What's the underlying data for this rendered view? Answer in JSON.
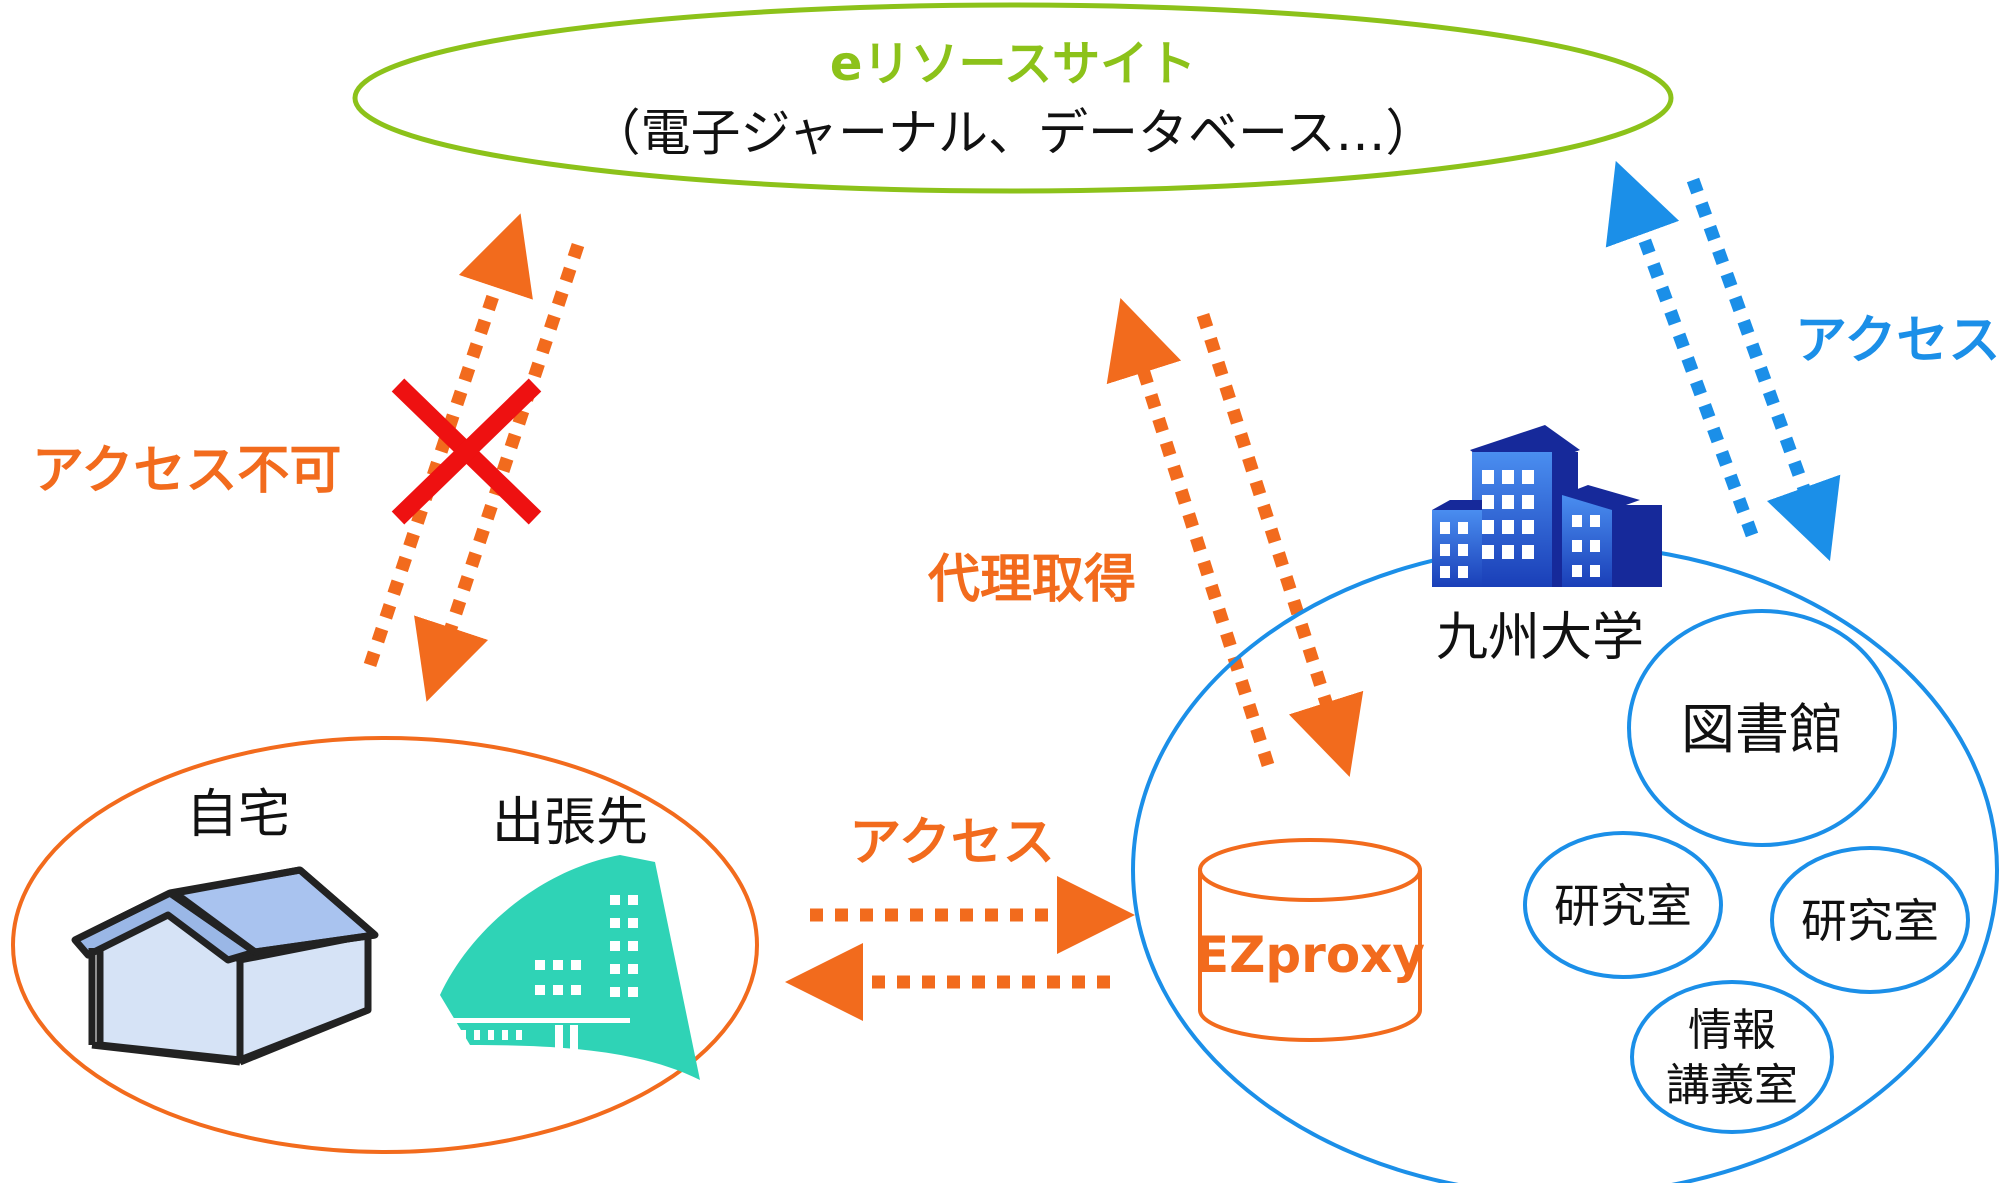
{
  "colors": {
    "green": "#8cc21a",
    "orange": "#f26b1d",
    "blue": "#1b8fe8",
    "red": "#ee1111",
    "text": "#111111"
  },
  "eresource": {
    "title": "eリソースサイト",
    "subtitle": "（電子ジャーナル、データベース…）"
  },
  "home_group": {
    "home": "自宅",
    "travel": "出張先",
    "house_icon": "house-icon",
    "office_icon": "office-building-icon"
  },
  "labels": {
    "access_denied": "アクセス不可",
    "proxy_fetch": "代理取得",
    "access_middle": "アクセス",
    "access_right": "アクセス"
  },
  "university": {
    "name": "九州大学",
    "building_icon": "university-building-icon",
    "ezproxy": "EZproxy",
    "library": "図書館",
    "lab1": "研究室",
    "lab2": "研究室",
    "info_room_line1": "情報",
    "info_room_line2": "講義室"
  }
}
